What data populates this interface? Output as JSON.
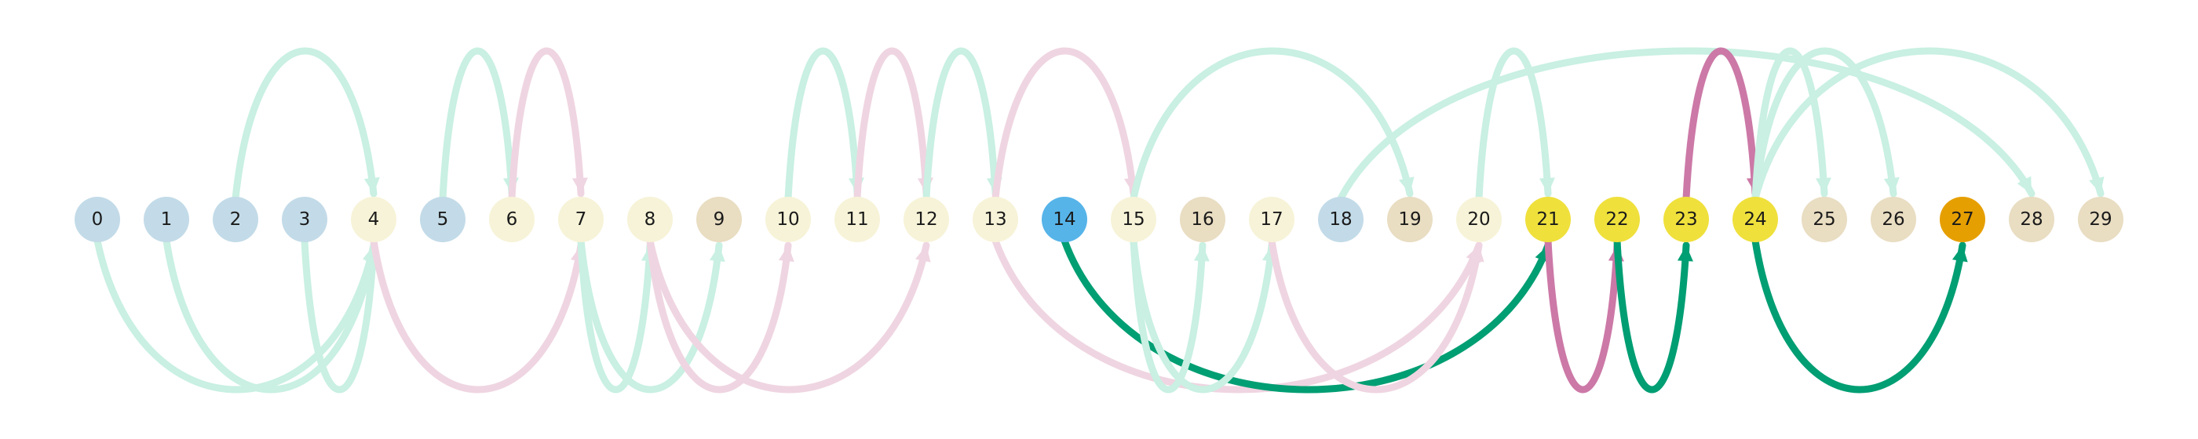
{
  "colors": {
    "node_lightblue": "#c3dbe8",
    "node_cream": "#f7f3d8",
    "node_beige": "#e9ddc2",
    "node_yellow": "#efe03c",
    "node_blue": "#56b4e9",
    "node_orange": "#e69f00",
    "edge_mint": "#c9f0e2",
    "edge_pink": "#efd5e1",
    "edge_green": "#009e73",
    "edge_magenta": "#cc79a7"
  },
  "nodes": [
    {
      "label": "0",
      "color": "node_lightblue"
    },
    {
      "label": "1",
      "color": "node_lightblue"
    },
    {
      "label": "2",
      "color": "node_lightblue"
    },
    {
      "label": "3",
      "color": "node_lightblue"
    },
    {
      "label": "4",
      "color": "node_cream"
    },
    {
      "label": "5",
      "color": "node_lightblue"
    },
    {
      "label": "6",
      "color": "node_cream"
    },
    {
      "label": "7",
      "color": "node_cream"
    },
    {
      "label": "8",
      "color": "node_cream"
    },
    {
      "label": "9",
      "color": "node_beige"
    },
    {
      "label": "10",
      "color": "node_cream"
    },
    {
      "label": "11",
      "color": "node_cream"
    },
    {
      "label": "12",
      "color": "node_cream"
    },
    {
      "label": "13",
      "color": "node_cream"
    },
    {
      "label": "14",
      "color": "node_blue"
    },
    {
      "label": "15",
      "color": "node_cream"
    },
    {
      "label": "16",
      "color": "node_beige"
    },
    {
      "label": "17",
      "color": "node_cream"
    },
    {
      "label": "18",
      "color": "node_lightblue"
    },
    {
      "label": "19",
      "color": "node_beige"
    },
    {
      "label": "20",
      "color": "node_cream"
    },
    {
      "label": "21",
      "color": "node_yellow"
    },
    {
      "label": "22",
      "color": "node_yellow"
    },
    {
      "label": "23",
      "color": "node_yellow"
    },
    {
      "label": "24",
      "color": "node_yellow"
    },
    {
      "label": "25",
      "color": "node_beige"
    },
    {
      "label": "26",
      "color": "node_beige"
    },
    {
      "label": "27",
      "color": "node_orange"
    },
    {
      "label": "28",
      "color": "node_beige"
    },
    {
      "label": "29",
      "color": "node_beige"
    }
  ],
  "edges": [
    {
      "from": 0,
      "to": 4,
      "color": "edge_mint",
      "style": "faint"
    },
    {
      "from": 1,
      "to": 4,
      "color": "edge_mint",
      "style": "faint"
    },
    {
      "from": 2,
      "to": 4,
      "color": "edge_mint",
      "style": "faint"
    },
    {
      "from": 3,
      "to": 4,
      "color": "edge_mint",
      "style": "faint"
    },
    {
      "from": 4,
      "to": 7,
      "color": "edge_pink",
      "style": "faint"
    },
    {
      "from": 5,
      "to": 6,
      "color": "edge_mint",
      "style": "faint"
    },
    {
      "from": 6,
      "to": 7,
      "color": "edge_pink",
      "style": "faint"
    },
    {
      "from": 7,
      "to": 8,
      "color": "edge_mint",
      "style": "faint"
    },
    {
      "from": 7,
      "to": 9,
      "color": "edge_mint",
      "style": "faint"
    },
    {
      "from": 8,
      "to": 10,
      "color": "edge_pink",
      "style": "faint"
    },
    {
      "from": 8,
      "to": 12,
      "color": "edge_pink",
      "style": "faint"
    },
    {
      "from": 10,
      "to": 11,
      "color": "edge_mint",
      "style": "faint"
    },
    {
      "from": 11,
      "to": 12,
      "color": "edge_pink",
      "style": "faint"
    },
    {
      "from": 12,
      "to": 13,
      "color": "edge_mint",
      "style": "faint"
    },
    {
      "from": 13,
      "to": 15,
      "color": "edge_pink",
      "style": "faint"
    },
    {
      "from": 13,
      "to": 20,
      "color": "edge_pink",
      "style": "faint"
    },
    {
      "from": 14,
      "to": 21,
      "color": "edge_green",
      "style": "bold"
    },
    {
      "from": 15,
      "to": 16,
      "color": "edge_mint",
      "style": "faint"
    },
    {
      "from": 15,
      "to": 17,
      "color": "edge_mint",
      "style": "faint"
    },
    {
      "from": 15,
      "to": 19,
      "color": "edge_mint",
      "style": "faint"
    },
    {
      "from": 17,
      "to": 20,
      "color": "edge_pink",
      "style": "faint"
    },
    {
      "from": 18,
      "to": 28,
      "color": "edge_mint",
      "style": "faint"
    },
    {
      "from": 20,
      "to": 21,
      "color": "edge_mint",
      "style": "faint"
    },
    {
      "from": 21,
      "to": 22,
      "color": "edge_magenta",
      "style": "bold"
    },
    {
      "from": 22,
      "to": 23,
      "color": "edge_green",
      "style": "bold"
    },
    {
      "from": 23,
      "to": 24,
      "color": "edge_magenta",
      "style": "bold"
    },
    {
      "from": 24,
      "to": 25,
      "color": "edge_mint",
      "style": "faint"
    },
    {
      "from": 24,
      "to": 26,
      "color": "edge_mint",
      "style": "faint"
    },
    {
      "from": 24,
      "to": 27,
      "color": "edge_green",
      "style": "bold"
    },
    {
      "from": 24,
      "to": 29,
      "color": "edge_mint",
      "style": "faint"
    }
  ]
}
